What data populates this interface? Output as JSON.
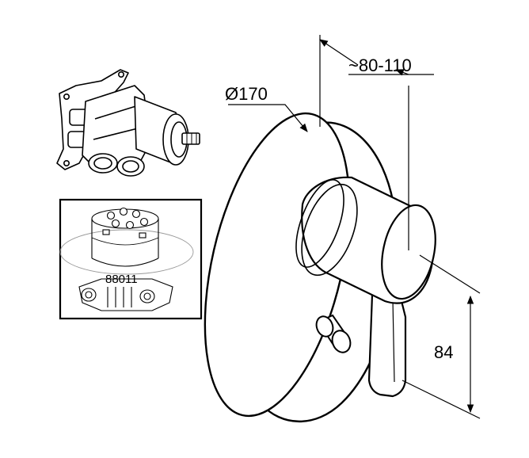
{
  "dimensions": {
    "diameter": "Ø170",
    "projection": "~80-110",
    "lever_drop": "84"
  },
  "inset": {
    "part_number": "88011"
  },
  "colors": {
    "line": "#000000",
    "background": "#ffffff"
  }
}
